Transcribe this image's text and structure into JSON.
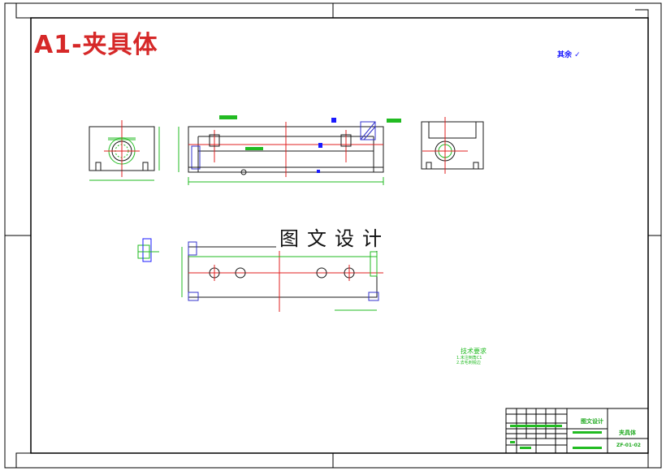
{
  "drawing": {
    "title": "A1-夹具体",
    "watermark": "图文设计",
    "roughness_note": "其余",
    "technical_requirements": {
      "title": "技术要求",
      "lines": [
        "1.未注倒角C1",
        "2.去毛刺锐边"
      ]
    },
    "title_block": {
      "part_name": "夹具体",
      "drawing_code": "ZF-01-02",
      "organization": "图文设计"
    }
  },
  "colors": {
    "border": "#000000",
    "title": "#d62828",
    "outline": "#1a1a1a",
    "centerline": "#e02020",
    "dimension": "#22bb22",
    "annotation": "#1a1aff",
    "hatch": "#3333cc"
  }
}
